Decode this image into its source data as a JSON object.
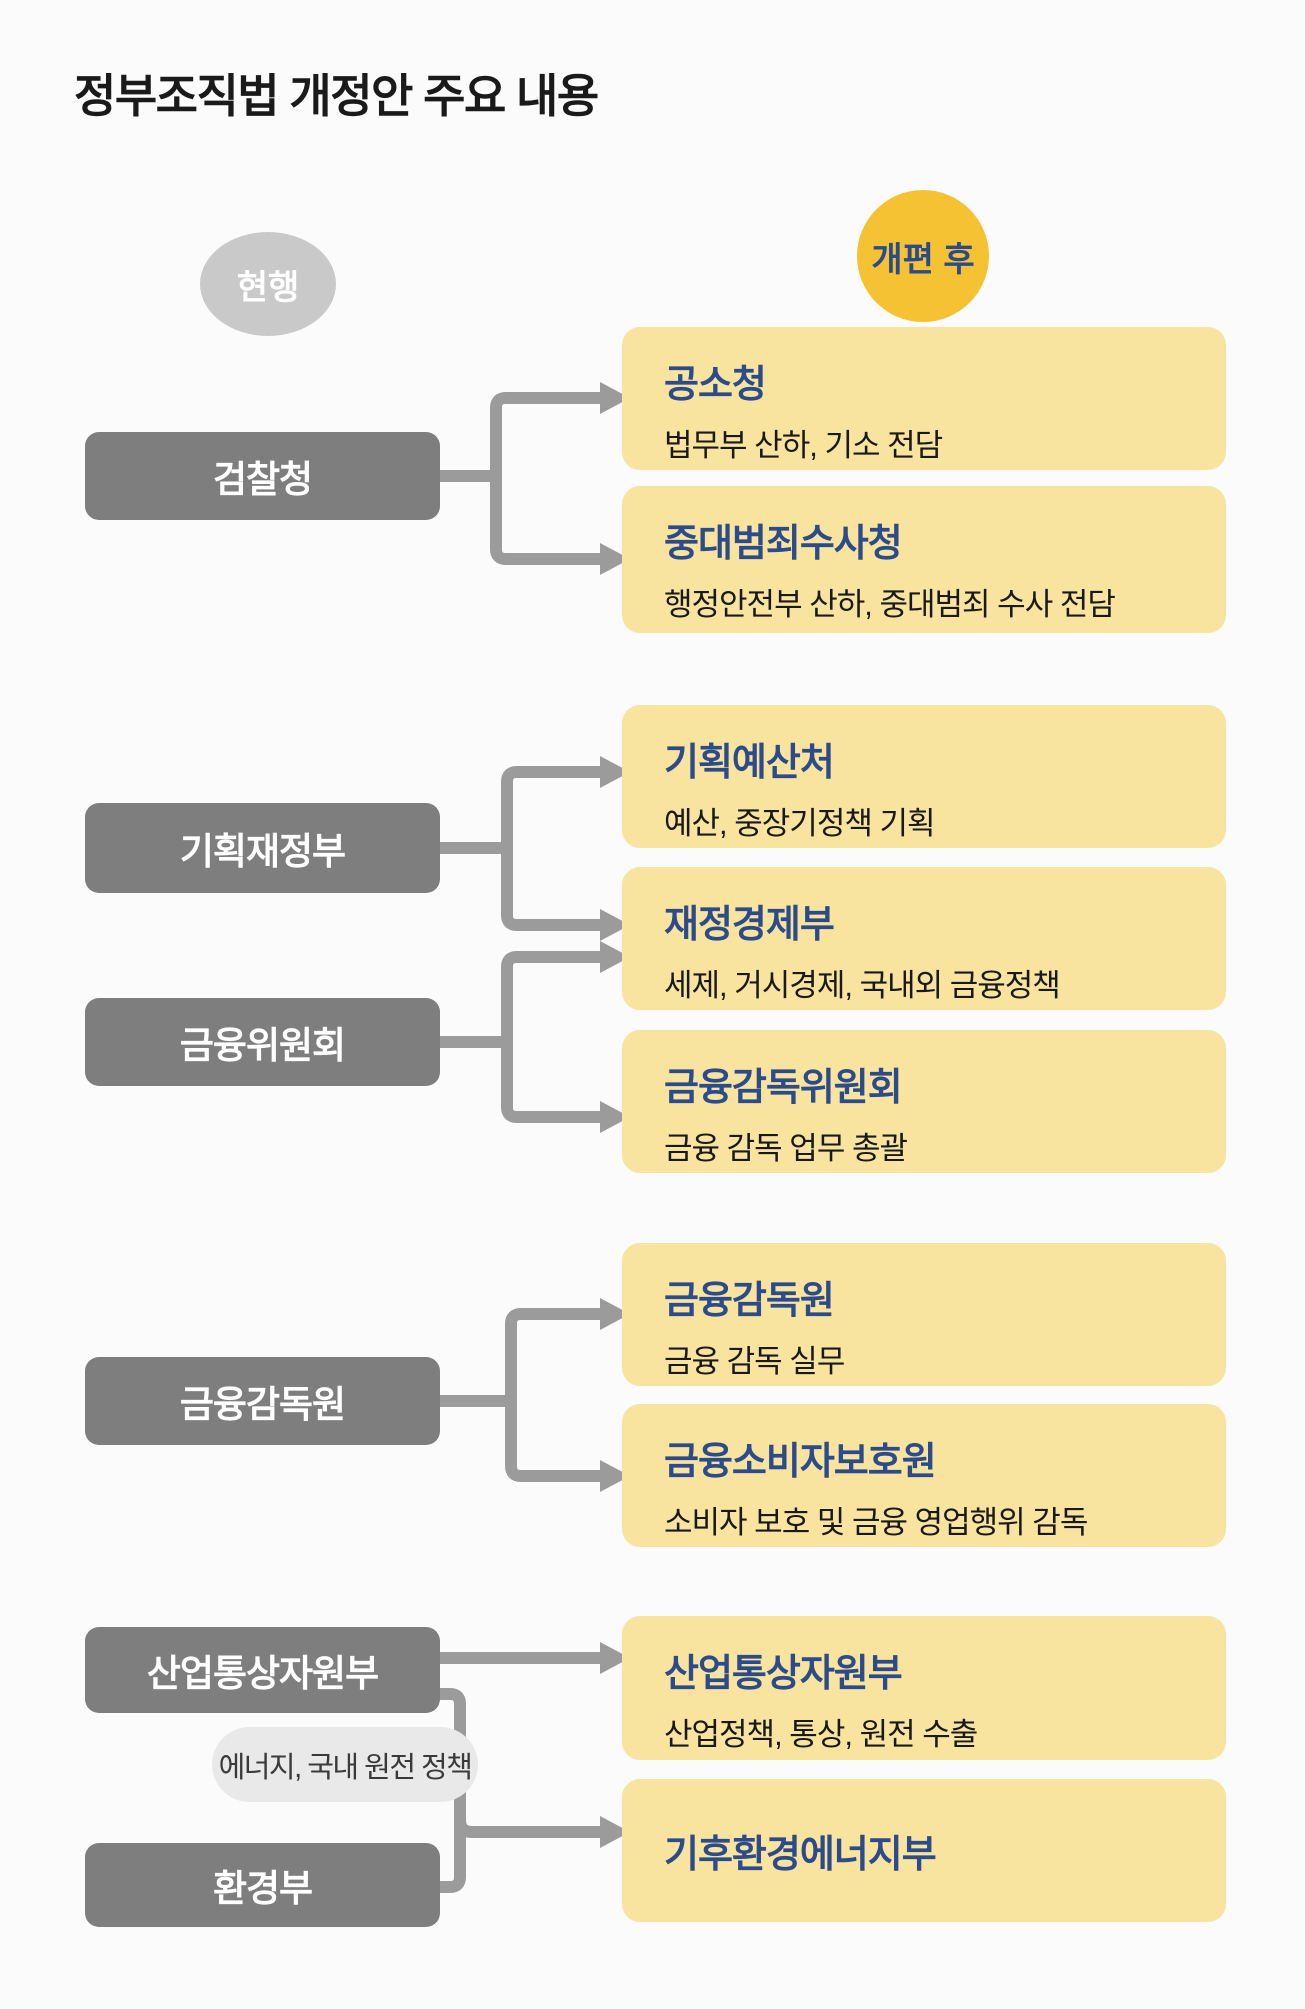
{
  "title": "정부조직법 개정안 주요 내용",
  "legend": {
    "current": "현행",
    "after": "개편 후"
  },
  "note": "에너지, 국내 원전 정책",
  "colors": {
    "background": "#fbfbfb",
    "current_org_gray": "#7e7e7e",
    "new_org_yellow": "#f8e49e",
    "legend_after_gold": "#f4c232",
    "legend_current_gray": "#c9c9c9",
    "org_title_navy": "#2b4b8b",
    "connector_gray": "#9b9b9b",
    "note_bubble_gray": "#e9e9e9"
  },
  "current_orgs": {
    "g1": {
      "label": "검찰청"
    },
    "g2": {
      "label": "기획재정부"
    },
    "g3": {
      "label": "금융위원회"
    },
    "g4": {
      "label": "금융감독원"
    },
    "g5": {
      "label": "산업통상자원부"
    },
    "g6": {
      "label": "환경부"
    }
  },
  "new_orgs": {
    "b1": {
      "title": "공소청",
      "desc": "법무부 산하, 기소 전담"
    },
    "b2": {
      "title": "중대범죄수사청",
      "desc": "행정안전부 산하, 중대범죄 수사 전담"
    },
    "b3": {
      "title": "기획예산처",
      "desc": "예산, 중장기정책 기획"
    },
    "b4": {
      "title": "재정경제부",
      "desc": "세제, 거시경제, 국내외 금융정책"
    },
    "b5": {
      "title": "금융감독위원회",
      "desc": "금융 감독 업무 총괄"
    },
    "b6": {
      "title": "금융감독원",
      "desc": "금융 감독 실무"
    },
    "b7": {
      "title": "금융소비자보호원",
      "desc": "소비자 보호 및 금융 영업행위 감독"
    },
    "b8": {
      "title": "산업통상자원부",
      "desc": "산업정책, 통상, 원전 수출"
    },
    "b9": {
      "title": "기후환경에너지부"
    }
  }
}
